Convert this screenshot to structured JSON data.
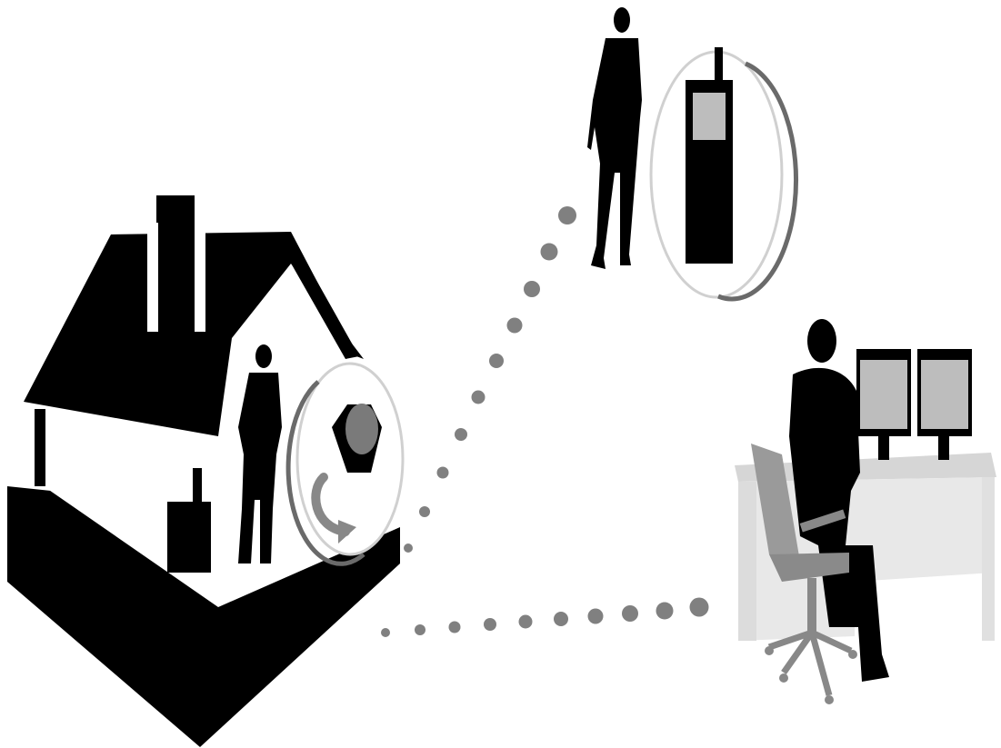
{
  "colors": {
    "background": "#ffffff",
    "silhouette": "#000000",
    "dots": "#808080",
    "panel": "#bdbdbd",
    "desk": "#e6e6e6",
    "chair": "#9a9a9a",
    "bezel": "#d9d9d9"
  },
  "icons": {
    "house": "house-icon",
    "resident": "person-silhouette-icon",
    "panic_button": "panic-button-icon",
    "mobile_guard": "person-silhouette-icon",
    "radio": "two-way-radio-icon",
    "operator": "seated-operator-icon",
    "workstation": "dual-monitor-desk-icon"
  },
  "links": [
    {
      "from": "panic_button",
      "to": "mobile_guard",
      "style": "dotted"
    },
    {
      "from": "panic_button",
      "to": "operator_station",
      "style": "dotted"
    }
  ]
}
